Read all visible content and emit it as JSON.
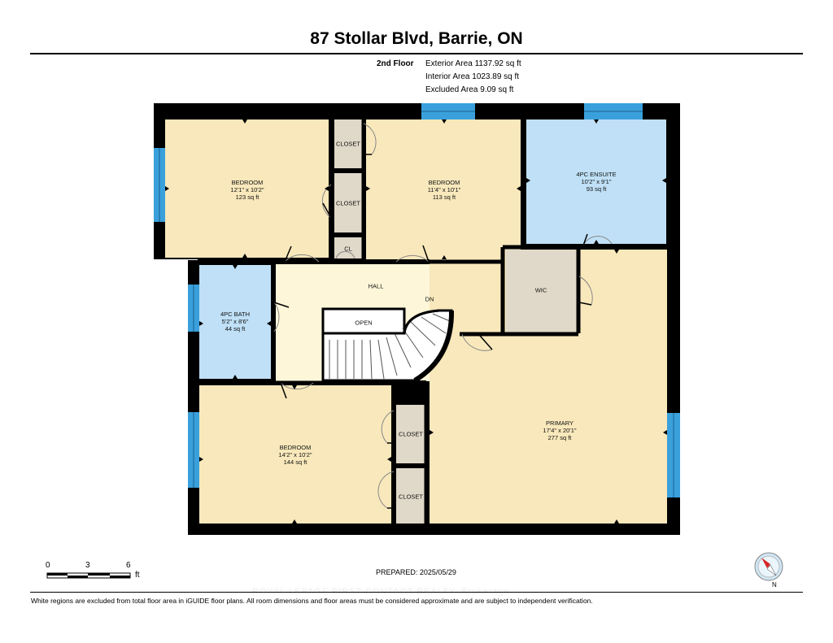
{
  "title": "87 Stollar Blvd, Barrie, ON",
  "floor": {
    "name": "2nd Floor",
    "exterior_area": "Exterior Area 1137.92 sq ft",
    "interior_area": "Interior Area 1023.89 sq ft",
    "excluded_area": "Excluded Area 9.09 sq ft"
  },
  "rooms": {
    "bedroom1": {
      "name": "BEDROOM",
      "dims": "12'1\" x 10'2\"",
      "area": "123 sq ft"
    },
    "bedroom2": {
      "name": "BEDROOM",
      "dims": "11'4\" x 10'1\"",
      "area": "113 sq ft"
    },
    "ensuite": {
      "name": "4PC ENSUITE",
      "dims": "10'2\" x 9'1\"",
      "area": "93 sq ft"
    },
    "bath": {
      "name": "4PC BATH",
      "dims": "5'2\" x 8'6\"",
      "area": "44 sq ft"
    },
    "bedroom3": {
      "name": "BEDROOM",
      "dims": "14'2\" x 10'2\"",
      "area": "144 sq ft"
    },
    "primary": {
      "name": "PRIMARY",
      "dims": "17'4\" x 20'1\"",
      "area": "277 sq ft"
    }
  },
  "labels": {
    "closet": "CLOSET",
    "cl": "CL",
    "hall": "HALL",
    "dn": "DN",
    "open": "OPEN",
    "wic": "WIC"
  },
  "scale": {
    "ticks": [
      "0",
      "3",
      "6"
    ],
    "unit": "ft"
  },
  "prepared": "PREPARED: 2025/05/29",
  "compass": "N",
  "footer": "White regions are excluded from total floor area in iGUIDE floor plans. All room dimensions and floor areas must be considered approximate and are subject to independent verification.",
  "watermark": "ROYAL LEPAGE FIRST CONTACT REALTY, Brokerage",
  "colors": {
    "bedroom": "#f8e8bb",
    "bath": "#bfe0f6",
    "closet": "#e0d8c8",
    "hall": "#fdf6d9",
    "wall": "#000000",
    "window": "#3aa0dc"
  }
}
